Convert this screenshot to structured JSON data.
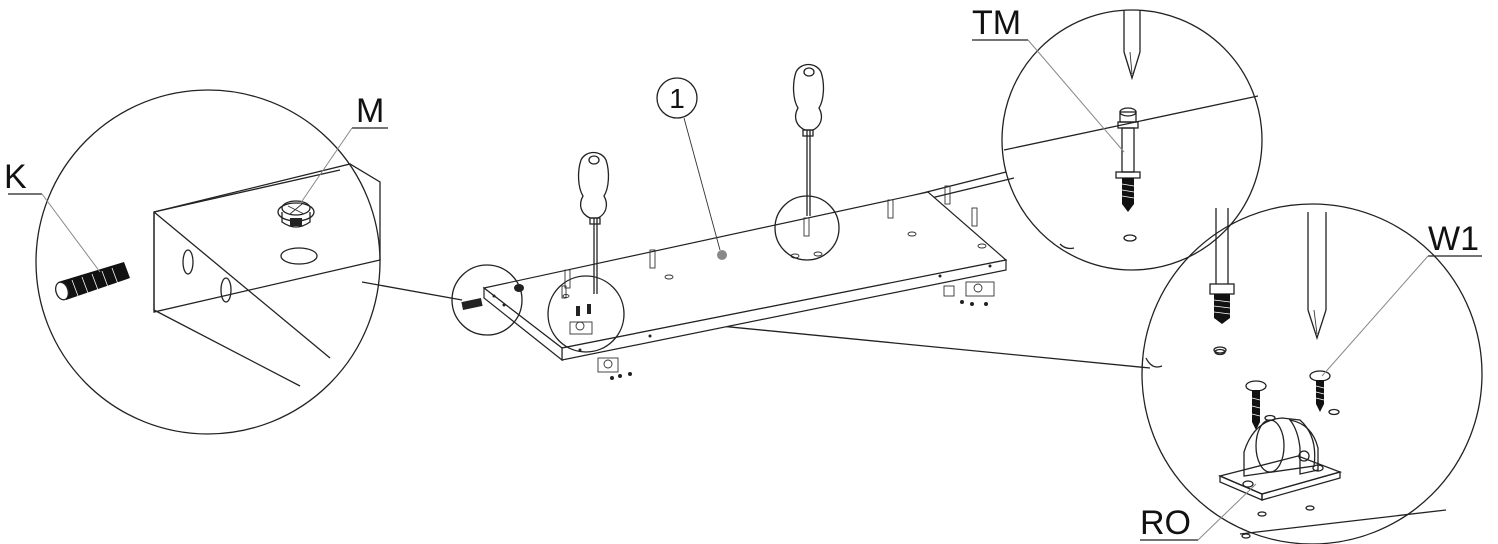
{
  "figure": {
    "part_number": "1",
    "labels": {
      "k": "K",
      "m": "M",
      "tm": "TM",
      "w1": "W1",
      "ro": "RO"
    }
  }
}
